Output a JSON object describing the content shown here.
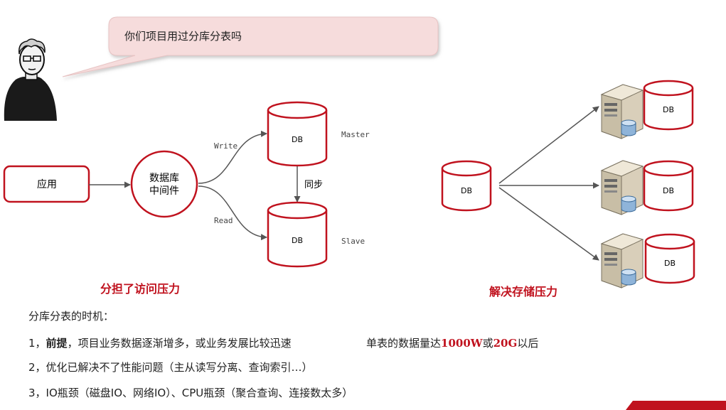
{
  "speech": {
    "text": "你们项目用过分库分表吗"
  },
  "left_diagram": {
    "app_label": "应用",
    "middleware_line1": "数据库",
    "middleware_line2": "中间件",
    "write_label": "Write",
    "read_label": "Read",
    "master_db": "DB",
    "slave_db": "DB",
    "master_label": "Master",
    "slave_label": "Slave",
    "sync_label": "同步",
    "caption": "分担了访问压力"
  },
  "right_diagram": {
    "source_db": "DB",
    "target_dbs": [
      "DB",
      "DB",
      "DB"
    ],
    "caption": "解决存储压力"
  },
  "notes": {
    "heading": "分库分表的时机：",
    "line1_prefix": "1，",
    "line1_bold": "前提",
    "line1_rest": "，项目业务数据逐渐增多，或业务发展比较迅速",
    "line1_right_a": "单表的数据量达",
    "line1_right_b": "1000W",
    "line1_right_c": "或",
    "line1_right_d": "20G",
    "line1_right_e": "以后",
    "line2": "2，优化已解决不了性能问题（主从读写分离、查询索引…）",
    "line3": "3，IO瓶颈（磁盘IO、网络IO）、CPU瓶颈（聚合查询、连接数太多）"
  },
  "colors": {
    "accent": "#c0121e",
    "bubble": "#f6dcdc",
    "line": "#555555"
  }
}
